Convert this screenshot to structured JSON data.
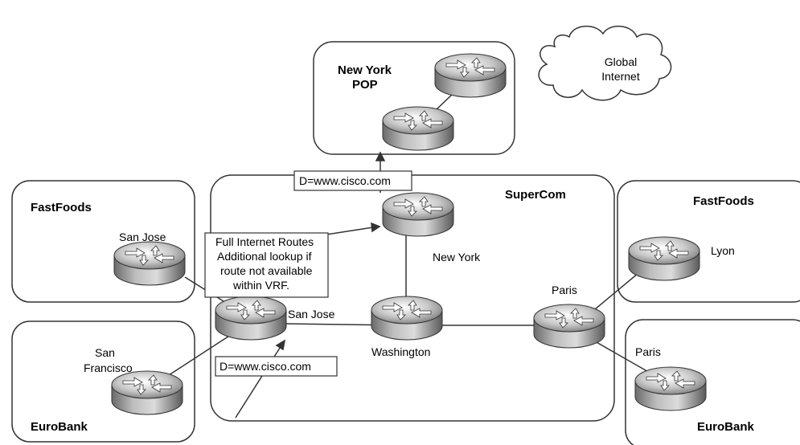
{
  "cloud": {
    "line1": "Global",
    "line2": "Internet"
  },
  "pop": {
    "line1": "New York",
    "line2": "POP"
  },
  "supercom": {
    "title": "SuperCom"
  },
  "fastfoods_left": {
    "title": "FastFoods",
    "router": "San Jose"
  },
  "eurobank_left": {
    "title": "EuroBank",
    "router_line1": "San",
    "router_line2": "Francisco"
  },
  "fastfoods_right": {
    "title": "FastFoods",
    "router": "Lyon"
  },
  "eurobank_right": {
    "title": "EuroBank",
    "router": "Paris"
  },
  "core_routers": {
    "san_jose": "San Jose",
    "new_york": "New York",
    "washington": "Washington",
    "paris": "Paris"
  },
  "callouts": {
    "top": "D=www.cisco.com",
    "bottom": "D=www.cisco.com",
    "note_line1": "Full Internet Routes",
    "note_line2": "Additional lookup if",
    "note_line3": "route not available",
    "note_line4": "within VRF."
  }
}
